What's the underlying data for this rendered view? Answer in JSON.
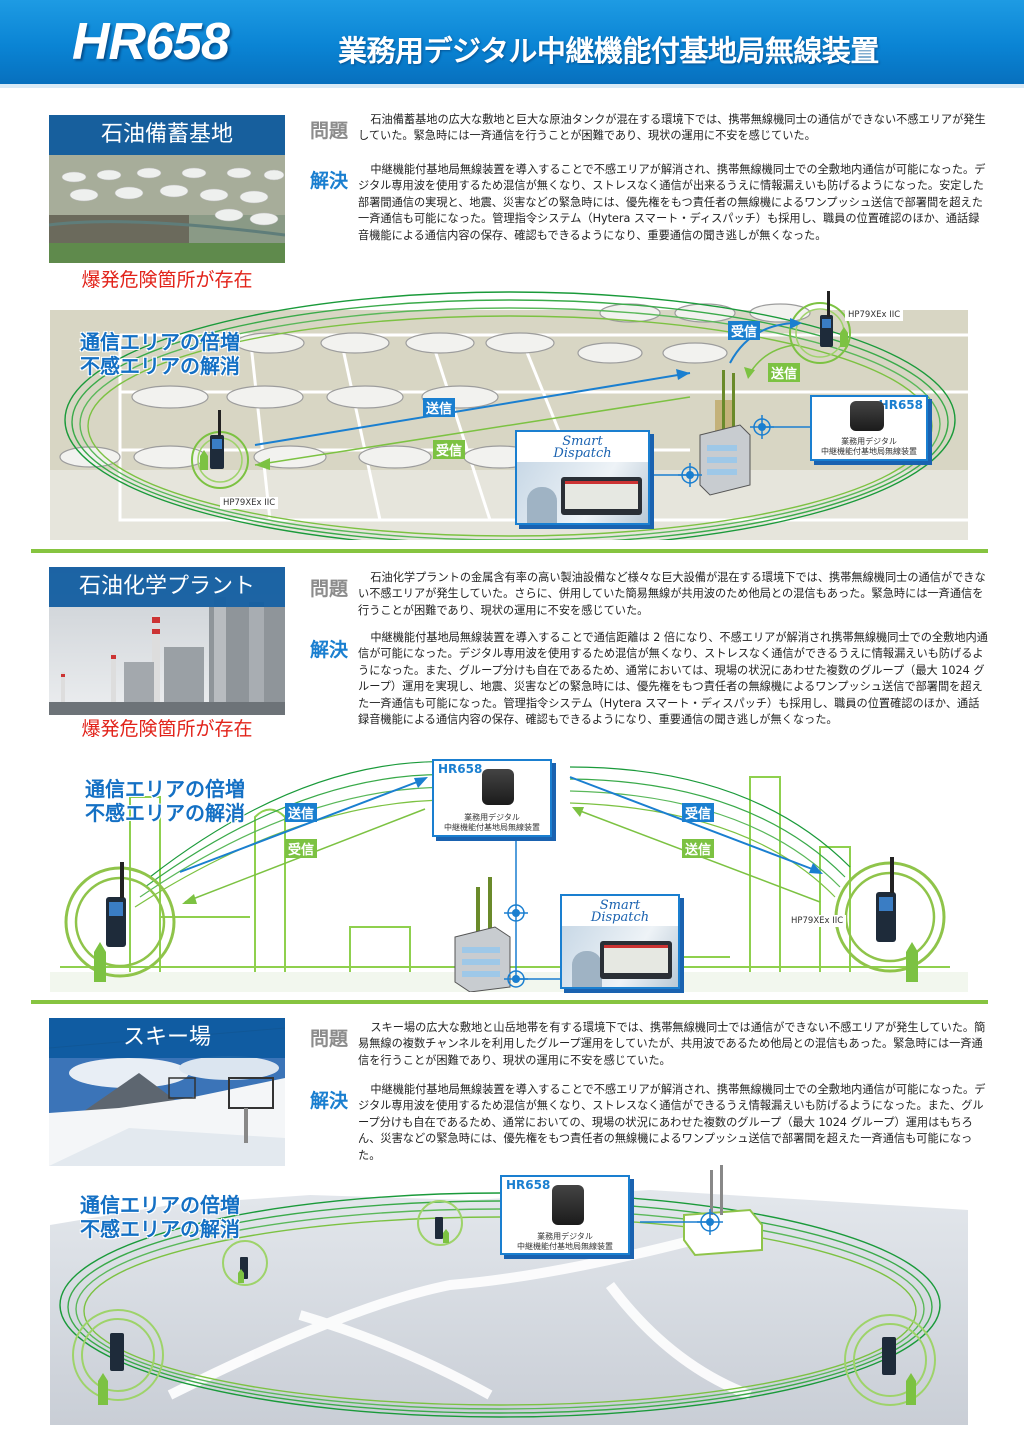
{
  "header": {
    "model": "HR658",
    "title": "業務用デジタル中継機能付基地局無線装置"
  },
  "labels": {
    "problem": "問題",
    "solution": "解決",
    "danger": "爆発危険箇所が存在",
    "caption_line1": "通信エリアの倍増",
    "caption_line2": "不感エリアの解消",
    "send": "送信",
    "receive": "受信",
    "radio_model": "HP79XEx IIC",
    "repeater_model": "HR658",
    "repeater_desc_line1": "業務用デジタル",
    "repeater_desc_line2": "中継機能付基地局無線装置",
    "dispatch_line1": "Smart",
    "dispatch_line2": "Dispatch"
  },
  "sections": [
    {
      "name": "石油備蓄基地",
      "problem": "石油備蓄基地の広大な敷地と巨大な原油タンクが混在する環境下では、携帯無線機同士の通信ができない不感エリアが発生していた。緊急時には一斉通信を行うことが困難であり、現状の運用に不安を感じていた。",
      "solution": "中継機能付基地局無線装置を導入することで不感エリアが解消され、携帯無線機同士での全敷地内通信が可能になった。デジタル専用波を使用するため混信が無くなり、ストレスなく通信が出来るうえに情報漏えいも防げるようになった。安定した部署間通信の実現と、地震、災害などの緊急時には、優先権をもつ責任者の無線機によるワンプッシュ送信で部署間を超えた一斉通信も可能になった。管理指令システム（Hytera スマート・ディスパッチ）も採用し、職員の位置確認のほか、通話録音機能による通信内容の保存、確認もできるようになり、重要通信の聞き逃しが無くなった。"
    },
    {
      "name": "石油化学プラント",
      "problem": "石油化学プラントの金属含有率の高い製油設備など様々な巨大設備が混在する環境下では、携帯無線機同士の通信ができない不感エリアが発生していた。さらに、併用していた簡易無線が共用波のため他局との混信もあった。緊急時には一斉通信を行うことが困難であり、現状の運用に不安を感じていた。",
      "solution": "中継機能付基地局無線装置を導入することで通信距離は 2 倍になり、不感エリアが解消され携帯無線機同士での全敷地内通信が可能になった。デジタル専用波を使用するため混信が無くなり、ストレスなく通信ができるうえに情報漏えいも防げるようになった。また、グループ分けも自在であるため、通常においては、現場の状況にあわせた複数のグループ（最大 1024 グループ）運用を実現し、地震、災害などの緊急時には、優先権をもつ責任者の無線機によるワンプッシュ送信で部署間を超えた一斉通信も可能になった。管理指令システム（Hytera スマート・ディスパッチ）も採用し、職員の位置確認のほか、通話録音機能による通信内容の保存、確認もできるようになり、重要通信の聞き逃しが無くなった。"
    },
    {
      "name": "スキー場",
      "problem": "スキー場の広大な敷地と山岳地帯を有する環境下では、携帯無線機同士では通信ができない不感エリアが発生していた。簡易無線の複数チャンネルを利用したグループ運用をしていたが、共用波であるため他局との混信もあった。緊急時には一斉通信を行うことが困難であり、現状の運用に不安を感じていた。",
      "solution": "中継機能付基地局無線装置を導入することで不感エリアが解消され、携帯無線機同士での全敷地内通信が可能になった。デジタル専用波を使用するため混信が無くなり、ストレスなく通信ができるうえ情報漏えいも防げるようになった。また、グループ分けも自在であるため、通常においての、現場の状況にあわせた複数のグループ（最大 1024 グループ）運用はもちろん、災害などの緊急時には、優先権をもつ責任者の無線機によるワンプッシュ送信で部署間を超えた一斉通信も可能になった。"
    }
  ],
  "colors": {
    "brand_blue": "#1a7fd0",
    "accent_green": "#7cc242",
    "danger_red": "#e2231a",
    "divider_green": "#86c440"
  }
}
